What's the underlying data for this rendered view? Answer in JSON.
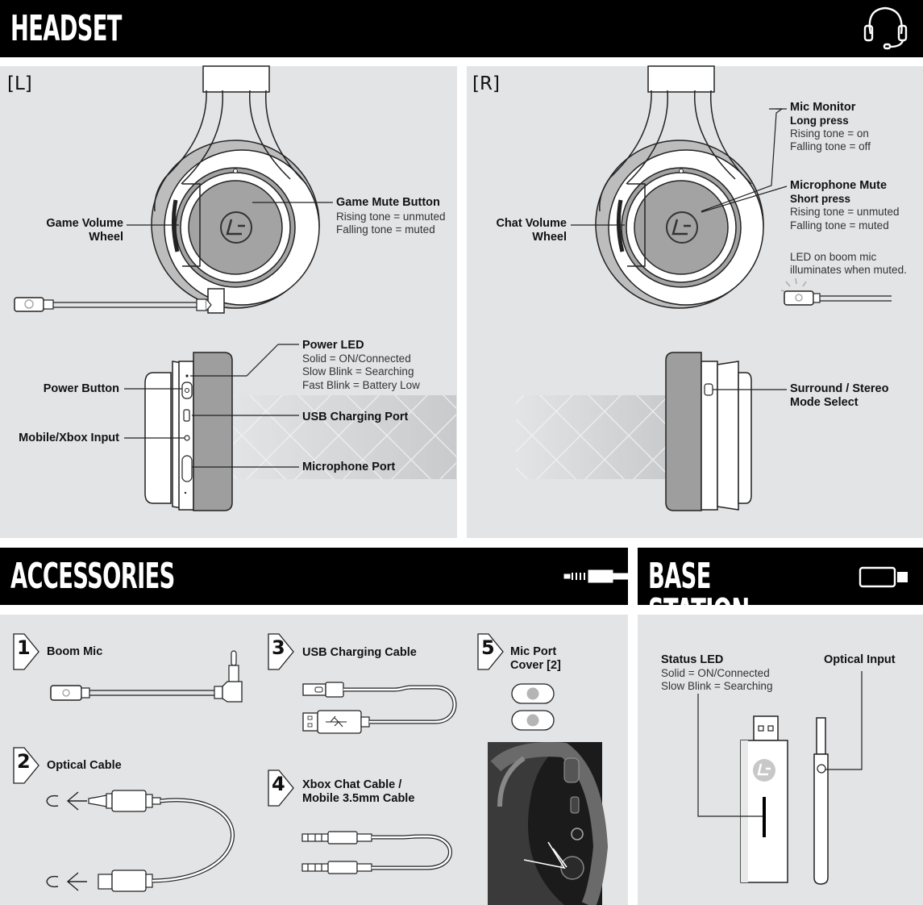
{
  "headset": {
    "title": "HEADSET",
    "left_tag": "[L]",
    "right_tag": "[R]",
    "left": {
      "game_volume": "Game Volume",
      "game_volume_2": "Wheel",
      "game_mute_title": "Game Mute Button",
      "game_mute_line1": "Rising tone = unmuted",
      "game_mute_line2": "Falling tone = muted",
      "power_led_title": "Power LED",
      "power_led_line1": "Solid = ON/Connected",
      "power_led_line2": "Slow Blink = Searching",
      "power_led_line3": "Fast Blink = Battery Low",
      "power_button": "Power Button",
      "usb_port": "USB Charging Port",
      "mobile_input": "Mobile/Xbox Input",
      "mic_port": "Microphone Port"
    },
    "right": {
      "chat_volume": "Chat Volume",
      "chat_volume_2": "Wheel",
      "mic_monitor_title": "Mic Monitor",
      "mic_monitor_sub": "Long press",
      "mic_monitor_line1": "Rising tone = on",
      "mic_monitor_line2": "Falling tone = off",
      "mic_mute_title": "Microphone Mute",
      "mic_mute_sub": "Short press",
      "mic_mute_line1": "Rising tone = unmuted",
      "mic_mute_line2": "Falling tone = muted",
      "led_note1": "LED on boom mic",
      "led_note2": "illuminates when muted.",
      "surround_title": "Surround / Stereo",
      "surround_title2": "Mode Select"
    }
  },
  "accessories": {
    "title": "ACCESSORIES",
    "items": [
      {
        "num": "1",
        "label": "Boom Mic",
        "label2": ""
      },
      {
        "num": "2",
        "label": "Optical Cable",
        "label2": ""
      },
      {
        "num": "3",
        "label": "USB Charging Cable",
        "label2": ""
      },
      {
        "num": "4",
        "label": "Xbox Chat Cable /",
        "label2": "Mobile 3.5mm Cable"
      },
      {
        "num": "5",
        "label": "Mic Port",
        "label2": "Cover [2]"
      }
    ]
  },
  "base_station": {
    "title": "BASE STATION",
    "status_title": "Status LED",
    "status_line1": "Solid = ON/Connected",
    "status_line2": "Slow Blink = Searching",
    "optical_input": "Optical Input"
  },
  "colors": {
    "bar": "#000000",
    "panel": "#e3e4e6",
    "cup": "#9b9b9b"
  }
}
